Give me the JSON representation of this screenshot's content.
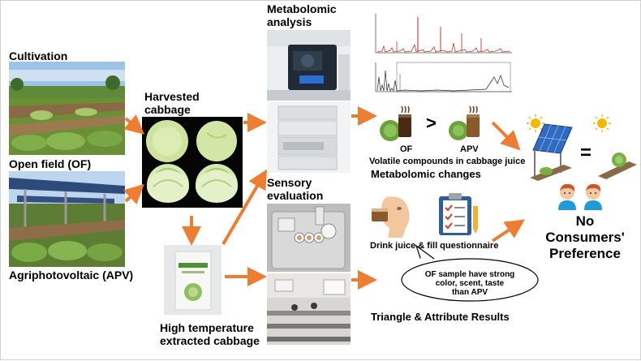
{
  "labels": {
    "cultivation": "Cultivation",
    "open_field": "Open field (OF)",
    "apv": "Agriphotovoltaic (APV)",
    "harvested_line1": "Harvested",
    "harvested_line2": "cabbage",
    "high_temp_line1": "High temperature",
    "high_temp_line2": "extracted cabbage",
    "metabolomic_line1": "Metabolomic",
    "metabolomic_line2": "analysis",
    "sensory_line1": "Sensory",
    "sensory_line2": "evaluation",
    "of_short": "OF",
    "apv_short": "APV",
    "greater_than": ">",
    "volatile": "Volatile compounds in cabbage juice",
    "metabolomic_changes": "Metabolomic changes",
    "drink_juice": "Drink juice & fill questionnaire",
    "bubble_line1": "OF sample have strong",
    "bubble_line2": "color, scent, taste",
    "bubble_line3": "than APV",
    "triangle_results": "Triangle & Attribute Results",
    "equals": "=",
    "no_line1": "No",
    "no_line2": "Consumers'",
    "no_line3": "Preference"
  },
  "colors": {
    "arrow": "#ED7D31",
    "chart_red": "#c0392b",
    "bubble_border": "#000000"
  },
  "icons": {
    "sun": "sun-icon",
    "solar_panel": "solar-panel-icon",
    "consumer": "consumer-icon",
    "clipboard": "clipboard-icon",
    "drinking_person": "drinking-person-icon",
    "juice_cup": "juice-cup-icon"
  }
}
